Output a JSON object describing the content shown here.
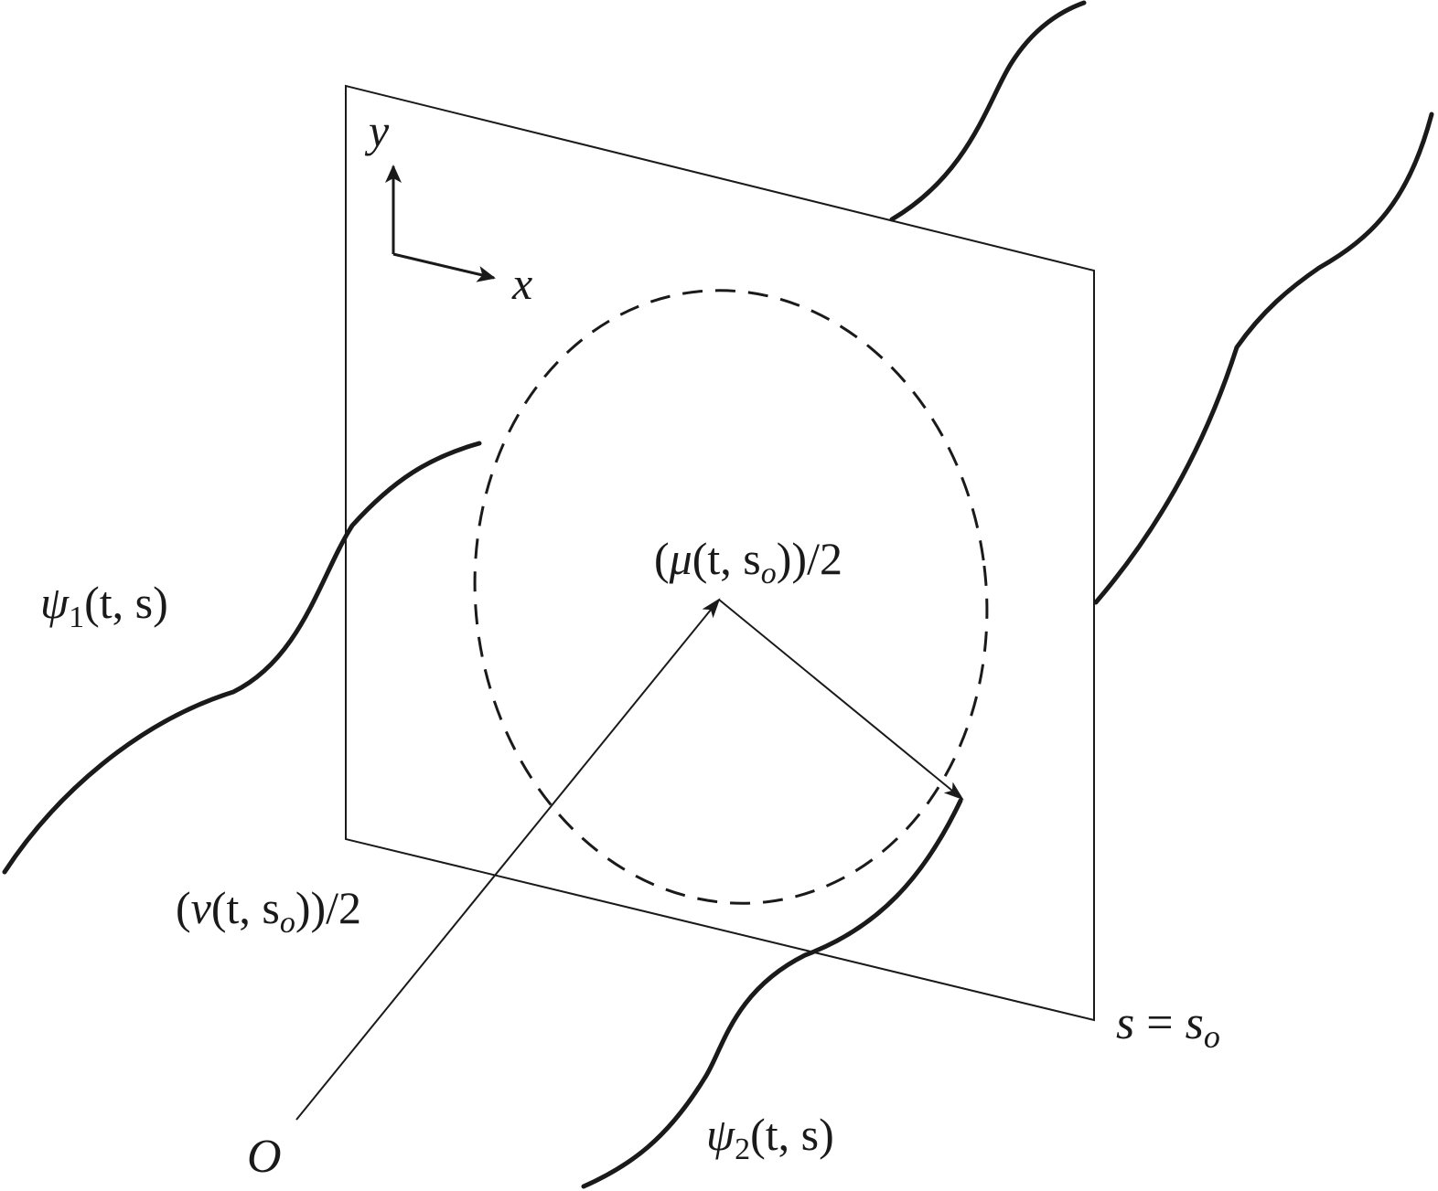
{
  "labels": {
    "axis_y": "y",
    "axis_x": "x",
    "psi1": {
      "sym": "ψ",
      "sub": "1",
      "args": "(t, s)"
    },
    "psi2": {
      "sym": "ψ",
      "sub": "2",
      "args": "(t, s)"
    },
    "mu": {
      "open": "(",
      "sym": "μ",
      "args_pre": "(t, s",
      "sub": "o",
      "args_post": "))/2"
    },
    "nu": {
      "open": "(",
      "sym": "ν",
      "args_pre": "(t, s",
      "sub": "o",
      "args_post": "))/2"
    },
    "plane": {
      "lhs": "s",
      "eq": " = ",
      "rhs": "s",
      "sub": "o"
    },
    "origin": "O"
  },
  "colors": {
    "ink": "#1a1a1a",
    "background": "#ffffff"
  }
}
